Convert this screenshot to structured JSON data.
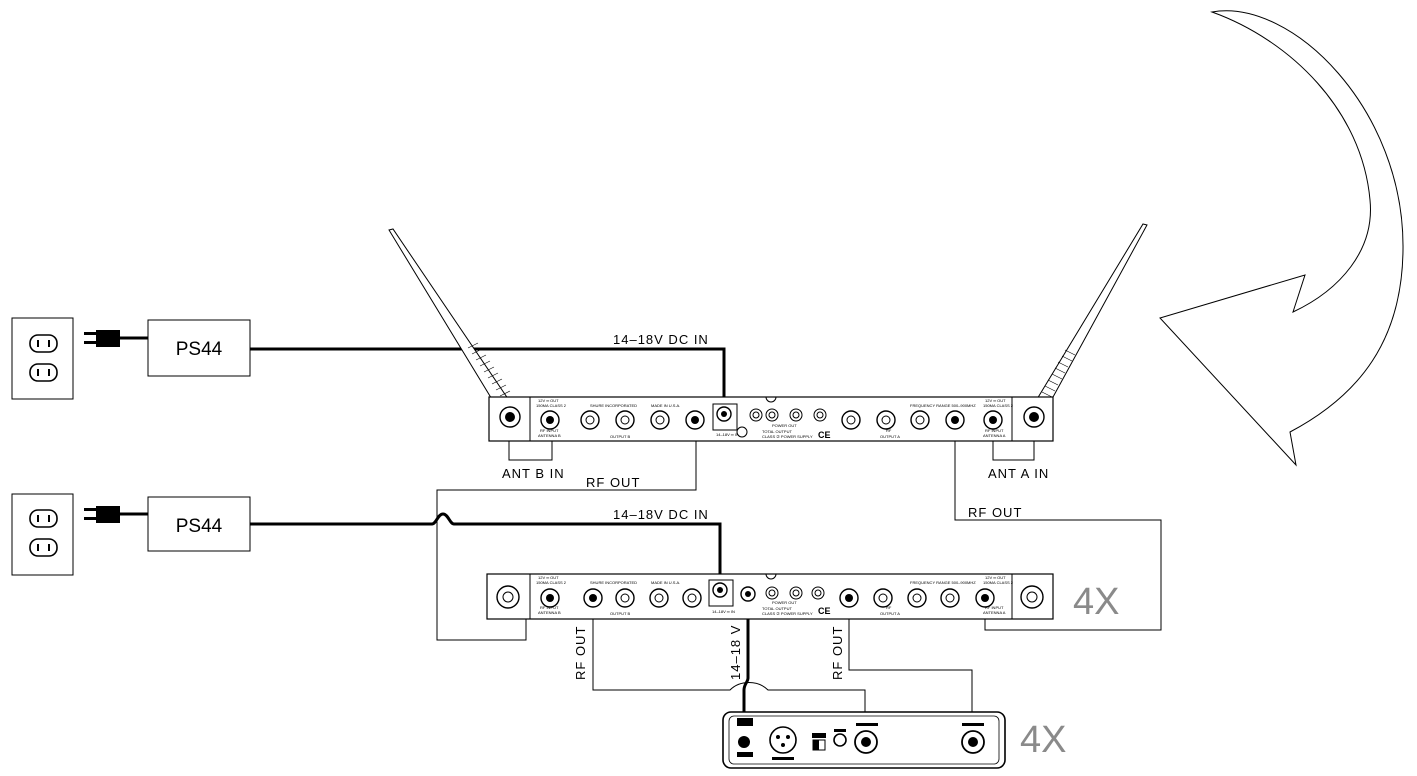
{
  "power_supplies": [
    {
      "label": "PS44"
    },
    {
      "label": "PS44"
    }
  ],
  "cables": {
    "dc_in_label": "14–18V   DC   IN",
    "v14_18_label": "14–18 V",
    "rf_out_label": "RF  OUT",
    "ant_b_in_label": "ANT B  IN",
    "ant_a_in_label": "ANT A  IN"
  },
  "multipliers": {
    "distribution_unit": "4X",
    "receiver": "4X"
  },
  "panel_markings": {
    "manufacturer": "SHURE  INCORPORATED",
    "made_in": "MADE IN U.S.A.",
    "output_b": "OUTPUT B",
    "output_a": "OUTPUT A",
    "rf": "RF",
    "antenna_b": "ANTENNA B",
    "antenna_a": "ANTENNA A",
    "dc_out": "12V ═ OUT",
    "class2": "150MA CLASS 2",
    "rf_input": "RF INPUT",
    "power_out": "POWER OUT",
    "frequency_range": "FREQUENCY RANGE 500–900MHZ",
    "total_output": "TOTAL OUTPUT",
    "class_power_supply": "CLASS ② POWER SUPPLY",
    "power_in": "14–18V ═ IN",
    "ce_mark": "CE"
  }
}
